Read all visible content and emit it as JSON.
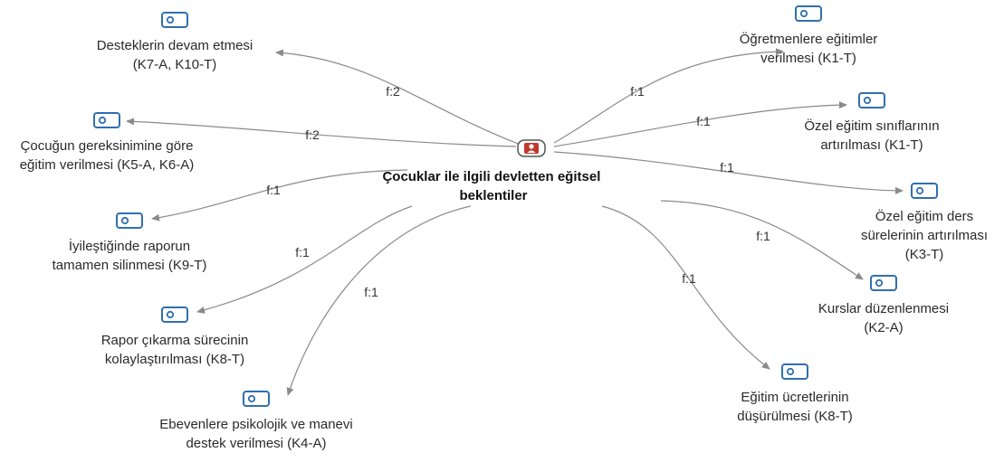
{
  "center": {
    "lines": [
      "Çocuklar ile ilgili devletten eğitsel",
      "beklentiler"
    ],
    "icon": "document-person-icon",
    "icon_color": "#c0392b"
  },
  "codes": [
    {
      "id": "n1",
      "lines": [
        "Desteklerin devam etmesi",
        "(K7-A, K10-T)"
      ],
      "freq": "f:2",
      "icon": "code-icon"
    },
    {
      "id": "n2",
      "lines": [
        "Çocuğun gereksinimine göre",
        "eğitim verilmesi (K5-A, K6-A)"
      ],
      "freq": "f:2",
      "icon": "code-icon"
    },
    {
      "id": "n3",
      "lines": [
        "İyileştiğinde raporun",
        "tamamen silinmesi (K9-T)"
      ],
      "freq": "f:1",
      "icon": "code-icon"
    },
    {
      "id": "n4",
      "lines": [
        "Rapor çıkarma sürecinin",
        "kolaylaştırılması (K8-T)"
      ],
      "freq": "f:1",
      "icon": "code-icon"
    },
    {
      "id": "n5",
      "lines": [
        "Ebevenlere psikolojik ve manevi",
        "destek verilmesi (K4-A)"
      ],
      "freq": "f:1",
      "icon": "code-icon"
    },
    {
      "id": "n6",
      "lines": [
        "Öğretmenlere eğitimler",
        "verilmesi (K1-T)"
      ],
      "freq": "f:1",
      "icon": "code-icon"
    },
    {
      "id": "n7",
      "lines": [
        "Özel eğitim sınıflarının",
        "artırılması (K1-T)"
      ],
      "freq": "f:1",
      "icon": "code-icon"
    },
    {
      "id": "n8",
      "lines": [
        "Özel eğitim ders",
        "sürelerinin artırılması",
        "(K3-T)"
      ],
      "freq": "f:1",
      "icon": "code-icon"
    },
    {
      "id": "n9",
      "lines": [
        "Kurslar düzenlenmesi",
        "(K2-A)"
      ],
      "freq": "f:1",
      "icon": "code-icon"
    },
    {
      "id": "n10",
      "lines": [
        "Eğitim ücretlerinin",
        "düşürülmesi (K8-T)"
      ],
      "freq": "f:1",
      "icon": "code-icon"
    }
  ],
  "colors": {
    "edge": "#8a8a8a",
    "code_icon": "#2f6fb0",
    "center_icon": "#c0392b"
  }
}
